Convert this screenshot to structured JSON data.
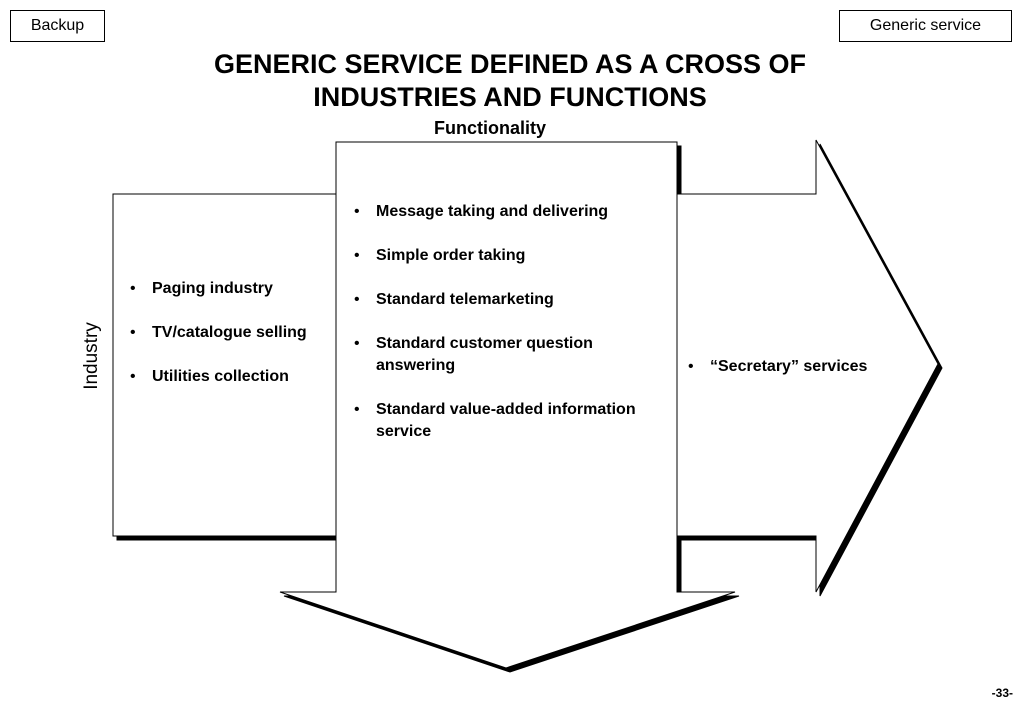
{
  "header": {
    "left_tag": "Backup",
    "right_tag": "Generic service"
  },
  "title": {
    "line1": "GENERIC SERVICE DEFINED AS A CROSS OF",
    "line2": "INDUSTRIES AND FUNCTIONS"
  },
  "axis_labels": {
    "functionality": "Functionality",
    "industry": "Industry"
  },
  "industries": [
    "Paging industry",
    "TV/catalogue selling",
    "Utilities collection"
  ],
  "functions": [
    "Message taking and delivering",
    "Simple order taking",
    "Standard telemarketing",
    "Standard customer question answering",
    "Standard value-added information service"
  ],
  "result": {
    "items": [
      "“Secretary” services"
    ]
  },
  "footer": {
    "page_number": "-33-"
  }
}
